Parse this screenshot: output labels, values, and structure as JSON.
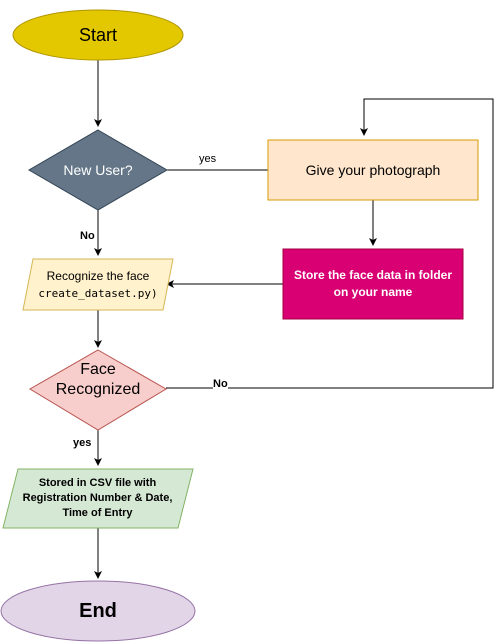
{
  "flowchart": {
    "nodes": {
      "start": {
        "text": "Start",
        "shape": "ellipse",
        "fill": "#e3c800",
        "stroke": "#b09500"
      },
      "new_user": {
        "text": "New User?",
        "shape": "diamond",
        "fill": "#647687",
        "stroke": "#314354",
        "text_color": "#ffffff"
      },
      "give_photo": {
        "text": "Give your photograph",
        "shape": "rectangle",
        "fill": "#ffe6cc",
        "stroke": "#d79b00"
      },
      "store_face": {
        "text": "Store the face data in folder on your name",
        "shape": "rectangle",
        "fill": "#d80073",
        "stroke": "#a50040",
        "text_color": "#ffffff"
      },
      "recognize": {
        "text_line1": "Recognize the face",
        "text_line2": "create_dataset.py)",
        "shape": "parallelogram",
        "fill": "#fff2cc",
        "stroke": "#d6b656"
      },
      "face_recognized": {
        "text": "Face Recognized",
        "shape": "diamond",
        "fill": "#f8cecc",
        "stroke": "#b85450"
      },
      "stored_csv": {
        "text": "Stored in CSV file with Registration Number & Date, Time of Entry",
        "shape": "parallelogram",
        "fill": "#d5e8d4",
        "stroke": "#82b366"
      },
      "end": {
        "text": "End",
        "shape": "ellipse",
        "fill": "#e1d5e7",
        "stroke": "#9673a6"
      }
    },
    "edges": {
      "yes_new_user": "yes",
      "no_new_user": "No",
      "no_recognized": "No",
      "yes_recognized": "yes"
    },
    "edge_color": "#000000"
  }
}
